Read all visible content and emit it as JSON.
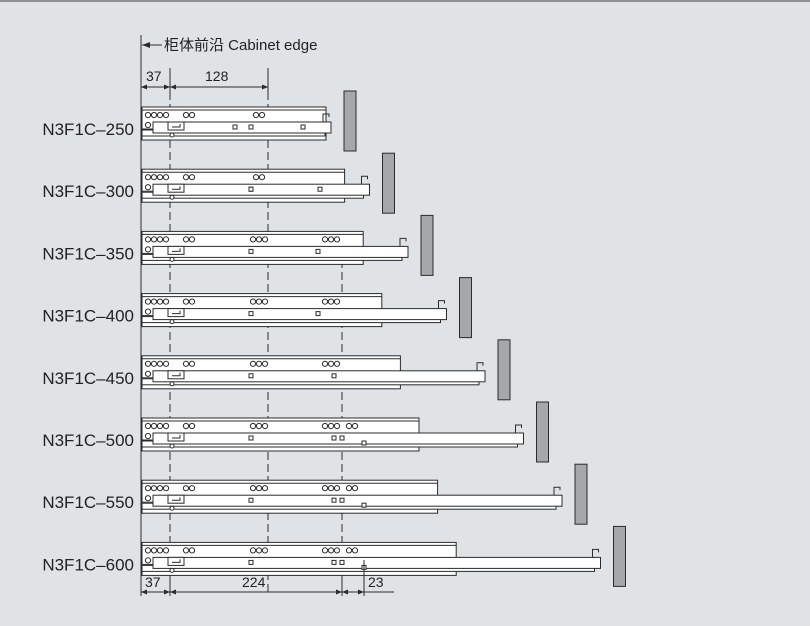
{
  "header": {
    "edge_label": "柜体前沿 Cabinet edge"
  },
  "top_dims": {
    "a": "37",
    "b": "128"
  },
  "bottom_dims": {
    "a": "37",
    "b": "224",
    "c": "23"
  },
  "models": [
    {
      "name": "N3F1C–250",
      "inner_holes": 2,
      "extra_hole_group": false
    },
    {
      "name": "N3F1C–300",
      "inner_holes": 2,
      "extra_hole_group": false
    },
    {
      "name": "N3F1C–350",
      "inner_holes": 3,
      "extra_hole_group": false
    },
    {
      "name": "N3F1C–400",
      "inner_holes": 3,
      "extra_hole_group": false
    },
    {
      "name": "N3F1C–450",
      "inner_holes": 3,
      "extra_hole_group": false
    },
    {
      "name": "N3F1C–500",
      "inner_holes": 3,
      "extra_hole_group": true
    },
    {
      "name": "N3F1C–550",
      "inner_holes": 3,
      "extra_hole_group": true
    },
    {
      "name": "N3F1C–600",
      "inner_holes": 3,
      "extra_hole_group": true
    }
  ],
  "colors": {
    "background": "#dfe3e6",
    "line": "#2b2b2b",
    "rail_fill": "#ffffff",
    "post_fill": "#a5a7a9"
  }
}
